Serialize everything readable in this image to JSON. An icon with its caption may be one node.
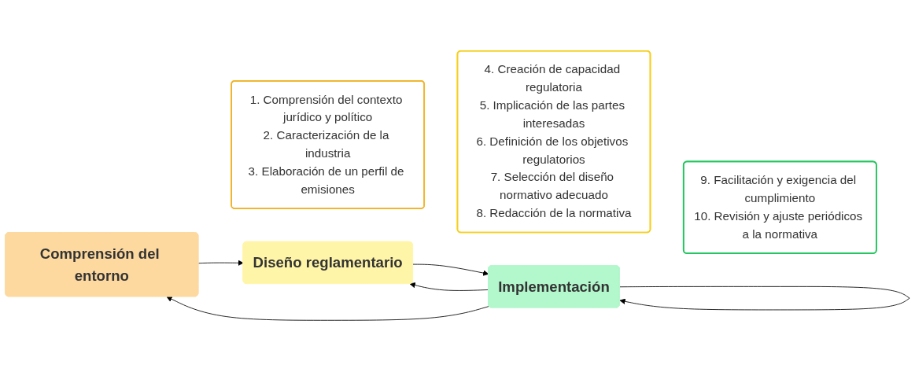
{
  "diagram": {
    "nodes": [
      {
        "text": [
          "Comprensión del entorno"
        ]
      },
      {
        "text": [
          "1. Comprensión del contexto jurídico y político",
          "2. Caracterización de la industria",
          "3. Elaboración de un perfil de emisiones"
        ]
      },
      {
        "text": [
          "Diseño reglamentario"
        ]
      },
      {
        "text": [
          "4. Creación de capacidad regulatoria",
          "5. Implicación de las partes interesadas",
          "6. Definición de los objetivos regulatorios",
          "7. Selección del diseño normativo adecuado",
          "8. Redacción de la normativa"
        ]
      },
      {
        "text": [
          "Implementación"
        ]
      },
      {
        "text": [
          "9. Facilitación y exigencia del cumplimiento",
          "10. Revisión y ajuste periódicos a la normativa"
        ]
      }
    ],
    "edges": [
      {
        "from": 0,
        "to": 2,
        "arrow": "to"
      },
      {
        "from": 2,
        "to": 4,
        "arrow": "to"
      },
      {
        "from": 4,
        "to": 0,
        "arrow": "to"
      },
      {
        "from": 4,
        "to": 2,
        "arrow": "to"
      },
      {
        "from": 4,
        "to": 4,
        "arrow": "to"
      }
    ]
  }
}
